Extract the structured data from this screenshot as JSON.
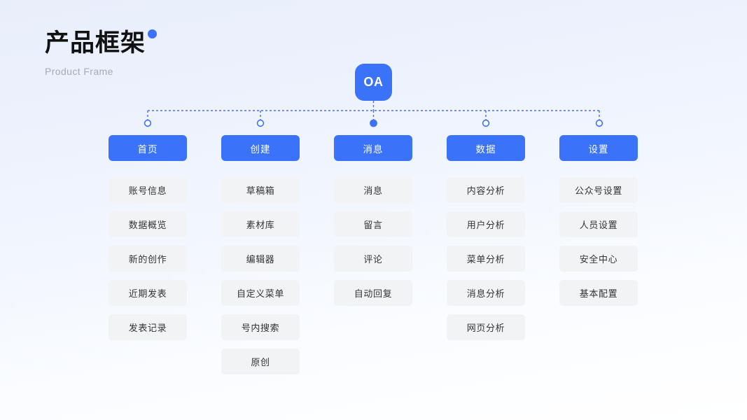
{
  "header": {
    "title": "产品框架",
    "subtitle": "Product Frame",
    "accent_color": "#3b72fa",
    "dot_icon": "blue-dot-accent"
  },
  "root": {
    "label": "OA",
    "color": "#3b72fa"
  },
  "diagram": {
    "type": "org-chart",
    "connector_color": "#3b72fa",
    "connector_style": "dotted",
    "card_color": "#f2f3f5",
    "card_text_color": "#333438",
    "columns": [
      {
        "header": "首页",
        "items": [
          "账号信息",
          "数据概览",
          "新的创作",
          "近期发表",
          "发表记录"
        ]
      },
      {
        "header": "创建",
        "items": [
          "草稿箱",
          "素材库",
          "编辑器",
          "自定义菜单",
          "号内搜索",
          "原创"
        ]
      },
      {
        "header": "消息",
        "items": [
          "消息",
          "留言",
          "评论",
          "自动回复"
        ]
      },
      {
        "header": "数据",
        "items": [
          "内容分析",
          "用户分析",
          "菜单分析",
          "消息分析",
          "网页分析"
        ]
      },
      {
        "header": "设置",
        "items": [
          "公众号设置",
          "人员设置",
          "安全中心",
          "基本配置"
        ]
      }
    ]
  }
}
